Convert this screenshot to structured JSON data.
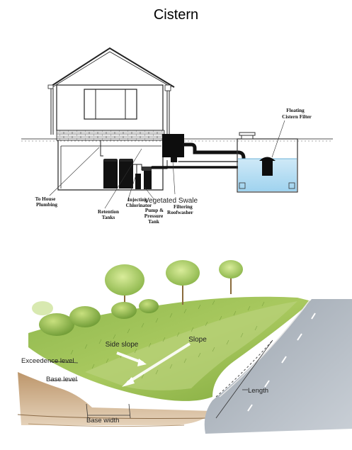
{
  "title": "Cistern",
  "cistern": {
    "labels": {
      "floating_filter_line1": "Floating",
      "floating_filter_line2": "Cistern Filter",
      "to_house_line1": "To House",
      "to_house_line2": "Plumbing",
      "retention_line1": "Retention",
      "retention_line2": "Tanks",
      "injecting_line1": "Injecting",
      "injecting_line2": "Chlorinator",
      "filtering_line1": "Filtering",
      "filtering_line2": "Roofwasher",
      "pump_line1": "Pump &",
      "pump_line2": "Pressure",
      "pump_line3": "Tank"
    },
    "overlay_text": "Vegetated Swale"
  },
  "swale": {
    "labels": {
      "side_slope": "Side slope",
      "slope": "Slope",
      "exceedence": "Exceedence level",
      "base_level": "Base level",
      "base_width": "Base width",
      "length": "Length"
    }
  }
}
